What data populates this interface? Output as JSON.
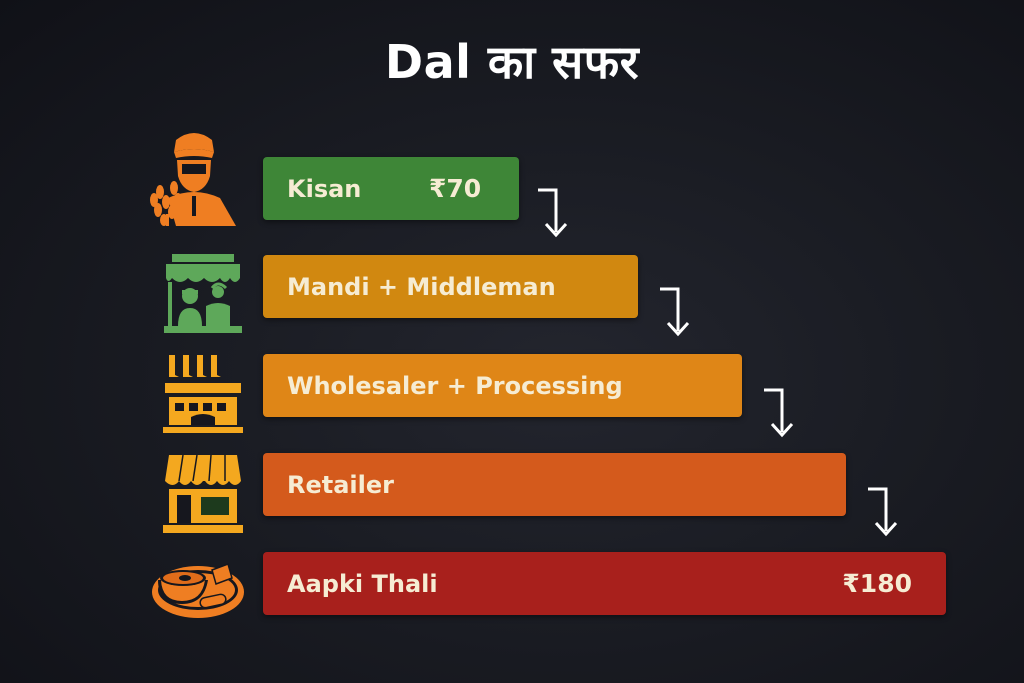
{
  "title": "Dal का सफर",
  "colors": {
    "background": "#16171e",
    "kisan": "#3e8637",
    "mandi": "#d18810",
    "wholesaler": "#df8617",
    "retailer": "#d45a1c",
    "thali": "#a8201c",
    "icon_orange": "#ef7e22",
    "icon_green": "#5ea85a",
    "icon_yellow": "#f4a81f",
    "text": "#f6ecd3",
    "arrow": "#ffffff"
  },
  "stages": [
    {
      "label": "Kisan",
      "price": "₹70",
      "icon": "farmer-icon"
    },
    {
      "label": "Mandi + Middleman",
      "price": "",
      "icon": "market-stall-icon"
    },
    {
      "label": "Wholesaler + Processing",
      "price": "",
      "icon": "factory-icon"
    },
    {
      "label": "Retailer",
      "price": "",
      "icon": "shop-icon"
    },
    {
      "label": "Aapki Thali",
      "price": "₹180",
      "icon": "thali-plate-icon"
    }
  ],
  "chart_data": {
    "type": "table",
    "title": "Dal का सफर",
    "categories": [
      "Kisan",
      "Mandi + Middleman",
      "Wholesaler + Processing",
      "Retailer",
      "Aapki Thali"
    ],
    "values": [
      70,
      null,
      null,
      null,
      180
    ],
    "unit": "₹"
  }
}
